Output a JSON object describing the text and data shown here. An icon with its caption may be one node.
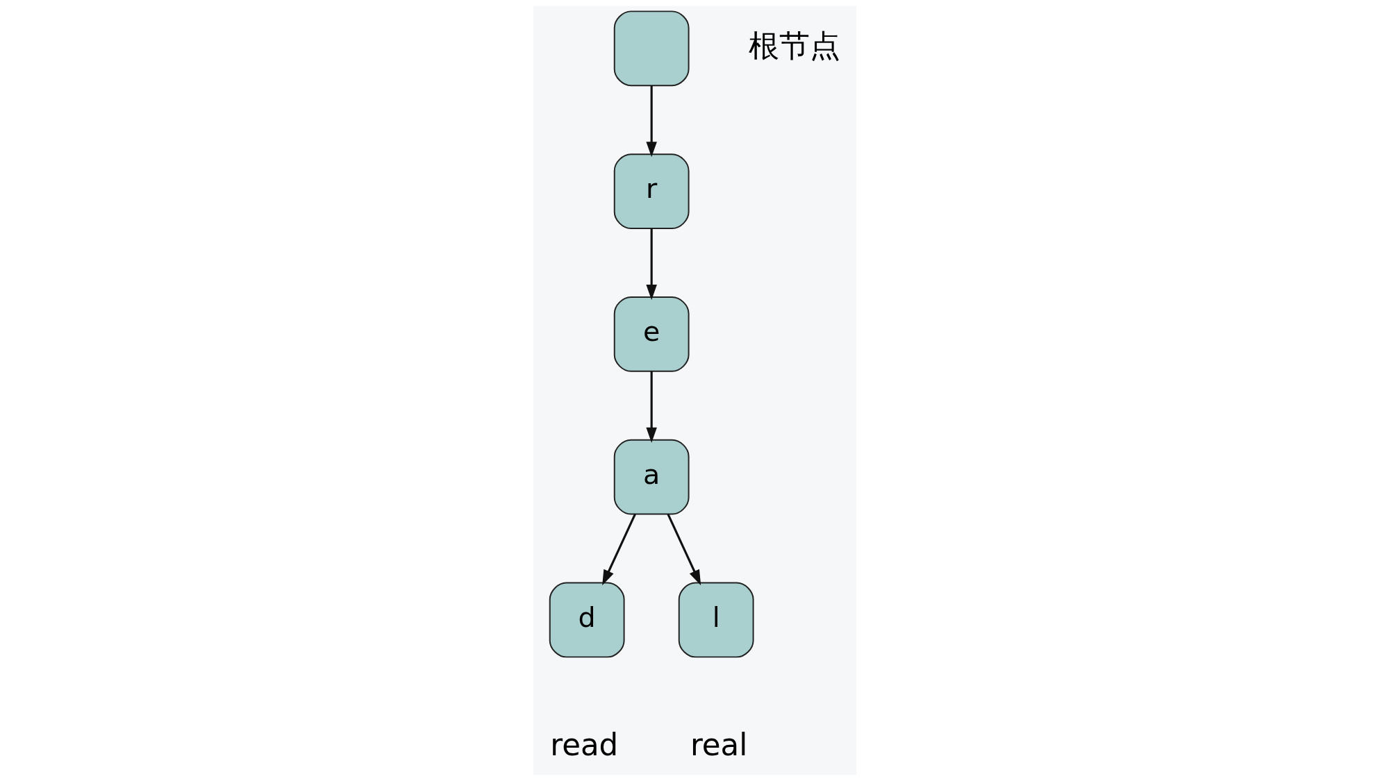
{
  "diagram": {
    "nodes": [
      {
        "text": [],
        "shape": "box",
        "beside": [
          "根节点"
        ]
      },
      {
        "text": [
          "r"
        ]
      },
      {
        "text": [
          "e"
        ]
      },
      {
        "text": [
          "a"
        ]
      },
      {
        "text": [
          "d"
        ],
        "beside": [
          "read"
        ]
      },
      {
        "text": [
          "l"
        ],
        "beside": [
          "real"
        ]
      }
    ],
    "edges": [
      {
        "from": 0,
        "to": 1,
        "arrow": "to"
      },
      {
        "from": 1,
        "to": 2,
        "arrow": "to"
      },
      {
        "from": 2,
        "to": 3,
        "arrow": "to"
      },
      {
        "from": 3,
        "to": 4,
        "arrow": "to"
      },
      {
        "from": 3,
        "to": 5,
        "arrow": "to"
      }
    ]
  }
}
